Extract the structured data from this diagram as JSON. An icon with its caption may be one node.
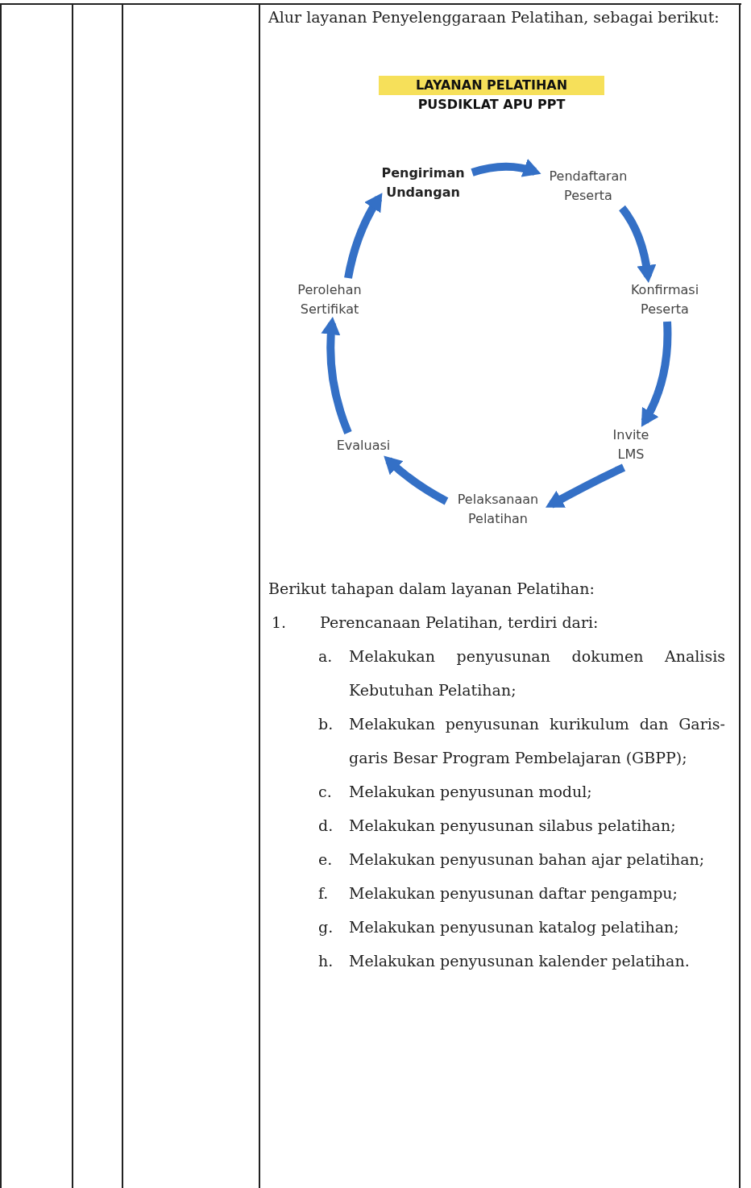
{
  "diagram": {
    "title": "LAYANAN PELATIHAN PUSDIKLAT APU PPT",
    "nodes": [
      {
        "text": [
          "Pengiriman Undangan"
        ]
      },
      {
        "text": [
          "Pendaftaran Peserta"
        ]
      },
      {
        "text": [
          "Konfirmasi Peserta"
        ]
      },
      {
        "text": [
          "Invite LMS"
        ]
      },
      {
        "text": [
          "Pelaksanaan Pelatihan"
        ]
      },
      {
        "text": [
          "Evaluasi"
        ]
      },
      {
        "text": [
          "Perolehan Sertifikat"
        ]
      }
    ],
    "edges": [
      {
        "from": 0,
        "to": 1,
        "arrow": "to"
      },
      {
        "from": 1,
        "to": 2,
        "arrow": "to"
      },
      {
        "from": 2,
        "to": 3,
        "arrow": "to"
      },
      {
        "from": 3,
        "to": 4,
        "arrow": "to"
      },
      {
        "from": 4,
        "to": 5,
        "arrow": "to"
      },
      {
        "from": 5,
        "to": 6,
        "arrow": "to"
      },
      {
        "from": 6,
        "to": 0,
        "arrow": "to"
      }
    ],
    "labels": [
      "Alur layanan Penyelenggaraan Pelatihan, sebagai berikut:",
      "Berikut tahapan dalam layanan Pelatihan:",
      "1.",
      "Perencanaan Pelatihan, terdiri dari:",
      "a.",
      "Melakukan penyusunan dokumen Analisis Kebutuhan Pelatihan;",
      "b.",
      "Melakukan penyusunan kurikulum dan Garis-garis Besar Program Pembelajaran (GBPP);",
      "c.",
      "Melakukan penyusunan modul;",
      "d.",
      "Melakukan penyusunan silabus pelatihan;",
      "e.",
      "Melakukan penyusunan bahan ajar pelatihan;",
      "f.",
      "Melakukan penyusunan daftar pengampu;",
      "g.",
      "Melakukan penyusunan katalog pelatihan;",
      "h.",
      "Melakukan penyusunan kalender pelatihan."
    ]
  }
}
